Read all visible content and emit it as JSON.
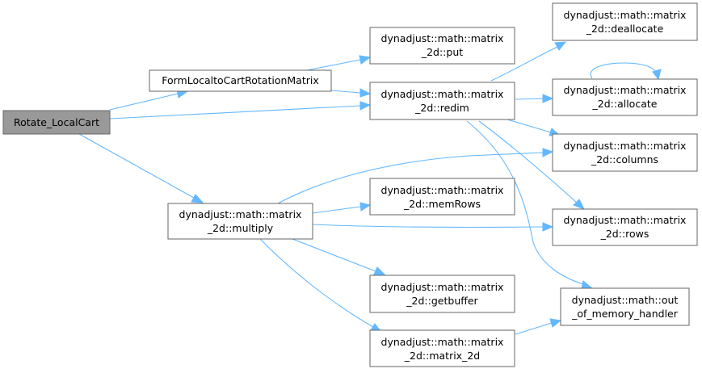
{
  "nodes": {
    "root": {
      "lines": [
        "Rotate_LocalCart"
      ]
    },
    "form": {
      "lines": [
        "FormLocaltoCartRotationMatrix"
      ]
    },
    "multiply": {
      "lines": [
        "dynadjust::math::matrix",
        "_2d::multiply"
      ]
    },
    "put": {
      "lines": [
        "dynadjust::math::matrix",
        "_2d::put"
      ]
    },
    "redim": {
      "lines": [
        "dynadjust::math::matrix",
        "_2d::redim"
      ]
    },
    "memrows": {
      "lines": [
        "dynadjust::math::matrix",
        "_2d::memRows"
      ]
    },
    "getbuffer": {
      "lines": [
        "dynadjust::math::matrix",
        "_2d::getbuffer"
      ]
    },
    "matrix2d": {
      "lines": [
        "dynadjust::math::matrix",
        "_2d::matrix_2d"
      ]
    },
    "deallocate": {
      "lines": [
        "dynadjust::math::matrix",
        "_2d::deallocate"
      ]
    },
    "allocate": {
      "lines": [
        "dynadjust::math::matrix",
        "_2d::allocate"
      ]
    },
    "columns": {
      "lines": [
        "dynadjust::math::matrix",
        "_2d::columns"
      ]
    },
    "rows": {
      "lines": [
        "dynadjust::math::matrix",
        "_2d::rows"
      ]
    },
    "oom": {
      "lines": [
        "dynadjust::math::out",
        "_of_memory_handler"
      ]
    }
  },
  "colors": {
    "edge": "#63b8ff",
    "root_fill": "#999999",
    "node_border": "#666666"
  }
}
